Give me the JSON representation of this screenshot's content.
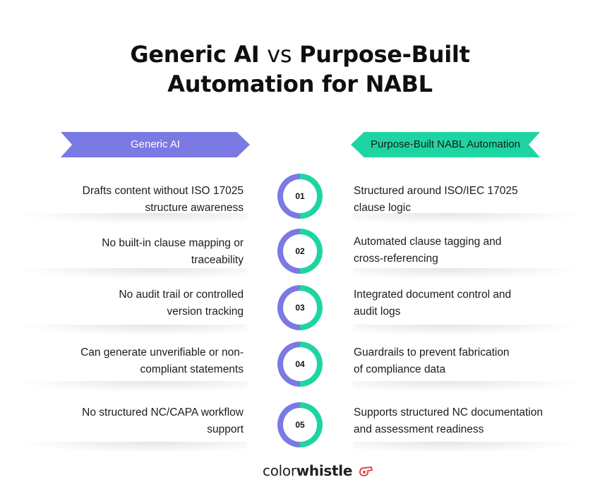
{
  "title": {
    "part1": "Generic AI",
    "vs": "vs",
    "part2": "Purpose-Built",
    "line2": "Automation for NABL"
  },
  "left_banner": "Generic AI",
  "right_banner": "Purpose-Built NABL Automation",
  "rows": [
    {
      "num": "01",
      "left": [
        "Drafts content without ISO 17025",
        "structure awareness"
      ],
      "right": [
        "Structured around ISO/IEC 17025",
        "clause logic"
      ]
    },
    {
      "num": "02",
      "left": [
        "No built-in clause mapping or",
        "traceability"
      ],
      "right": [
        "Automated clause tagging and",
        "cross-referencing"
      ]
    },
    {
      "num": "03",
      "left": [
        "No audit trail or controlled",
        "version tracking"
      ],
      "right": [
        "Integrated document control and",
        "audit logs"
      ]
    },
    {
      "num": "04",
      "left": [
        "Can generate unverifiable or non-",
        "compliant statements"
      ],
      "right": [
        "Guardrails to prevent fabrication",
        "of compliance data"
      ]
    },
    {
      "num": "05",
      "left": [
        "No structured NC/CAPA workflow",
        "support"
      ],
      "right": [
        "Supports structured NC documentation",
        "and assessment readiness"
      ]
    }
  ],
  "logo": {
    "part1": "color",
    "part2": "whistle",
    "icon": "whistle-icon"
  },
  "colors": {
    "purple": "#7b79e4",
    "green": "#1fd4a3",
    "logo_red": "#e5484d"
  }
}
